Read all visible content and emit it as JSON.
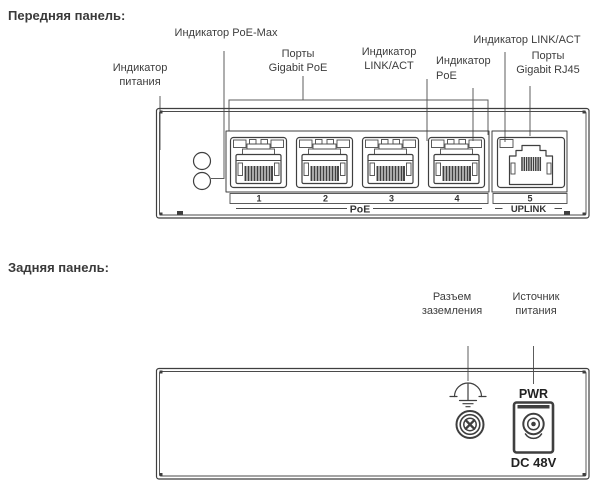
{
  "front_panel": {
    "title": "Передняя панель:",
    "labels": {
      "power_indicator": {
        "line1": "Индикатор",
        "line2": "питания"
      },
      "poe_max_indicator": {
        "line1": "Индикатор PoE-Max"
      },
      "poe_ports": {
        "line1": "Порты",
        "line2": "Gigabit PoE"
      },
      "link_act_indicator_mid": {
        "line1": "Индикатор",
        "line2": "LINK/ACT"
      },
      "poe_indicator": {
        "line1": "Индикатор",
        "line2": "PoE"
      },
      "link_act_indicator_top": {
        "line1": "Индикатор LINK/ACT"
      },
      "rj45_ports": {
        "line1": "Порты",
        "line2": "Gigabit RJ45"
      }
    },
    "ports": {
      "numbers": [
        "1",
        "2",
        "3",
        "4",
        "5"
      ],
      "group_poe": "PoE",
      "group_uplink": "UPLINK"
    }
  },
  "rear_panel": {
    "title": "Задняя панель:",
    "labels": {
      "ground_connector": {
        "line1": "Разъем",
        "line2": "заземления"
      },
      "power_source": {
        "line1": "Источник",
        "line2": "питания"
      }
    },
    "connectors": {
      "power_label": "PWR",
      "dc_voltage": "DC 48V"
    }
  },
  "colors": {
    "background": "#ffffff",
    "line": "#3f3f3f",
    "text": "#3d3d3d"
  }
}
